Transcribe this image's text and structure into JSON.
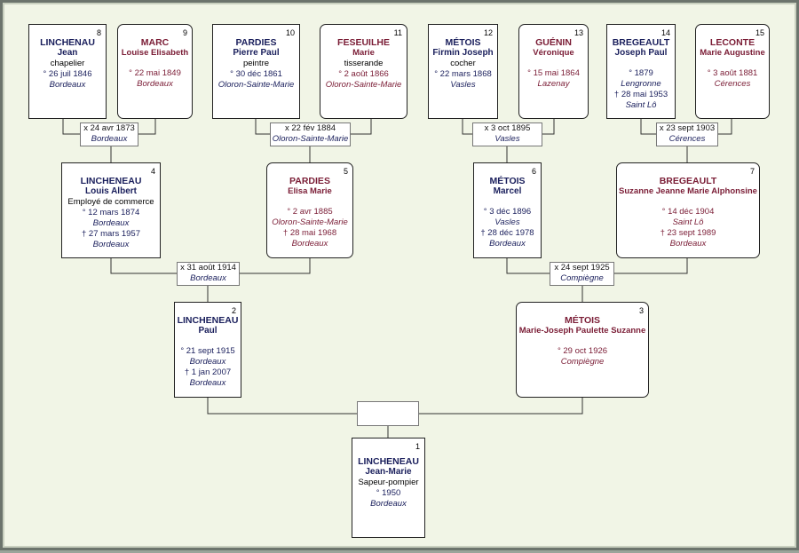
{
  "persons": {
    "p1": {
      "num": "1",
      "surname": "LINCHENEAU",
      "given": "Jean-Marie",
      "occupation": "Sapeur-pompier",
      "birth": "° 1950",
      "birth_place": "Bordeaux"
    },
    "p2": {
      "num": "2",
      "surname": "LINCHENEAU",
      "given": "Paul",
      "birth": "° 21 sept 1915",
      "birth_place": "Bordeaux",
      "death": "† 1 jan 2007",
      "death_place": "Bordeaux"
    },
    "p3": {
      "num": "3",
      "surname": "MÉTOIS",
      "given": "Marie-Joseph Paulette Suzanne",
      "birth": "° 29 oct 1926",
      "birth_place": "Compiègne"
    },
    "p4": {
      "num": "4",
      "surname": "LINCHENEAU",
      "given": "Louis Albert",
      "occupation": "Employé de commerce",
      "birth": "° 12 mars 1874",
      "birth_place": "Bordeaux",
      "death": "† 27 mars 1957",
      "death_place": "Bordeaux"
    },
    "p5": {
      "num": "5",
      "surname": "PARDIES",
      "given": "Elisa Marie",
      "birth": "° 2 avr 1885",
      "birth_place": "Oloron-Sainte-Marie",
      "death": "† 28 mai 1968",
      "death_place": "Bordeaux"
    },
    "p6": {
      "num": "6",
      "surname": "MÉTOIS",
      "given": "Marcel",
      "birth": "° 3 déc 1896",
      "birth_place": "Vasles",
      "death": "† 28 déc 1978",
      "death_place": "Bordeaux"
    },
    "p7": {
      "num": "7",
      "surname": "BREGEAULT",
      "given": "Suzanne Jeanne Marie Alphonsine",
      "birth": "° 14 déc 1904",
      "birth_place": "Saint Lô",
      "death": "† 23 sept 1989",
      "death_place": "Bordeaux"
    },
    "p8": {
      "num": "8",
      "surname": "LINCHENAU",
      "given": "Jean",
      "occupation": "chapelier",
      "birth": "° 26 juil 1846",
      "birth_place": "Bordeaux"
    },
    "p9": {
      "num": "9",
      "surname": "MARC",
      "given": "Louise Elisabeth",
      "birth": "° 22 mai 1849",
      "birth_place": "Bordeaux"
    },
    "p10": {
      "num": "10",
      "surname": "PARDIES",
      "given": "Pierre Paul",
      "occupation": "peintre",
      "birth": "° 30 déc 1861",
      "birth_place": "Oloron-Sainte-Marie"
    },
    "p11": {
      "num": "11",
      "surname": "FESEUILHE",
      "given": "Marie",
      "occupation": "tisserande",
      "birth": "° 2 août 1866",
      "birth_place": "Oloron-Sainte-Marie"
    },
    "p12": {
      "num": "12",
      "surname": "MÉTOIS",
      "given": "Firmin Joseph",
      "occupation": "cocher",
      "birth": "° 22 mars 1868",
      "birth_place": "Vasles"
    },
    "p13": {
      "num": "13",
      "surname": "GUÉNIN",
      "given": "Véronique",
      "birth": "° 15 mai 1864",
      "birth_place": "Lazenay"
    },
    "p14": {
      "num": "14",
      "surname": "BREGEAULT",
      "given": "Joseph Paul",
      "birth": "° 1879",
      "birth_place": "Lengronne",
      "death": "† 28 mai 1953",
      "death_place": "Saint Lô"
    },
    "p15": {
      "num": "15",
      "surname": "LECONTE",
      "given": "Marie Augustine",
      "birth": "° 3 août 1881",
      "birth_place": "Cérences"
    }
  },
  "marriages": {
    "m89": {
      "date": "x 24 avr 1873",
      "place": "Bordeaux"
    },
    "m1011": {
      "date": "x 22 fév 1884",
      "place": "Oloron-Sainte-Marie"
    },
    "m1213": {
      "date": "x 3 oct 1895",
      "place": "Vasles"
    },
    "m1415": {
      "date": "x 23 sept 1903",
      "place": "Cérences"
    },
    "m45": {
      "date": "x 31 août 1914",
      "place": "Bordeaux"
    },
    "m67": {
      "date": "x 24 sept 1925",
      "place": "Compiègne"
    }
  },
  "colors": {
    "male": "#1a1f5c",
    "female": "#7a1c35",
    "background": "#f1f5e6",
    "border": "#6c746c"
  }
}
